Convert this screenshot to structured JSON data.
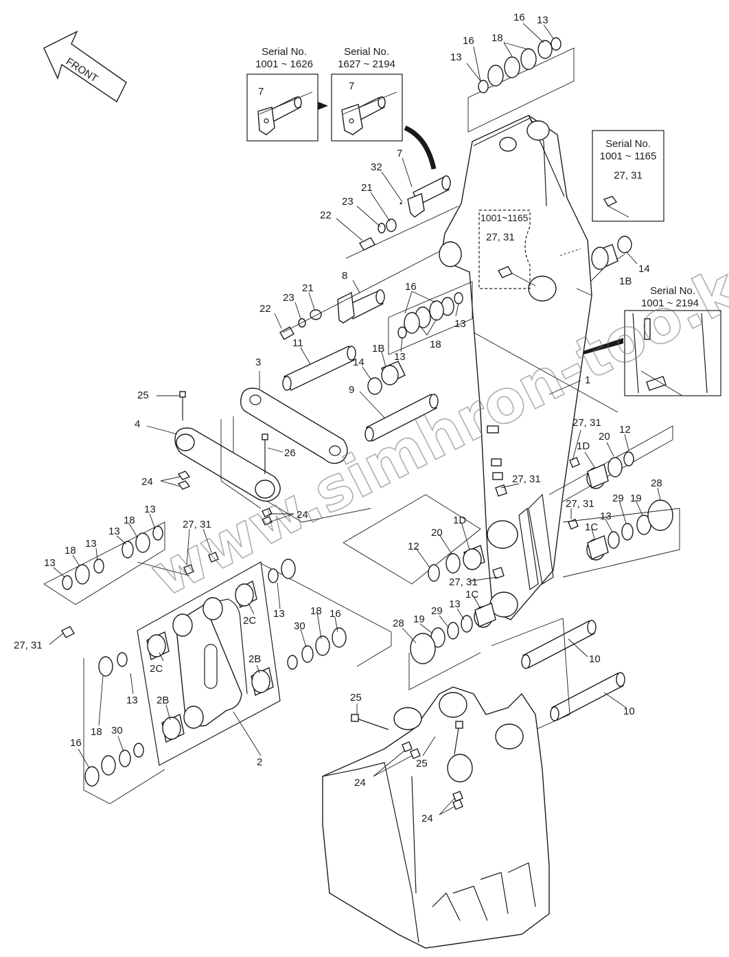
{
  "front_arrow_label": "FRONT",
  "watermark": "www.simhron-too.kz",
  "insets": {
    "pin_a": {
      "title_line1": "Serial No.",
      "title_line2": "1001 ~ 1626",
      "callout": "7"
    },
    "pin_b": {
      "title_line1": "Serial No.",
      "title_line2": "1627 ~ 2194",
      "callout": "7"
    },
    "grease_top": {
      "title_line1": "Serial No.",
      "title_line2": "1001 ~ 1165",
      "callout": "27, 31"
    },
    "grease_mid": {
      "title": "1001~1165",
      "callout": "27, 31"
    },
    "pad": {
      "title_line1": "Serial No.",
      "title_line2": "1001 ~ 2194"
    }
  },
  "callouts": [
    {
      "id": "c16a",
      "text": "16"
    },
    {
      "id": "c13a",
      "text": "13"
    },
    {
      "id": "c16b",
      "text": "16"
    },
    {
      "id": "c18a",
      "text": "18"
    },
    {
      "id": "c13b",
      "text": "13"
    },
    {
      "id": "c7",
      "text": "7"
    },
    {
      "id": "c32",
      "text": "32"
    },
    {
      "id": "c21a",
      "text": "21"
    },
    {
      "id": "c23a",
      "text": "23"
    },
    {
      "id": "c22a",
      "text": "22"
    },
    {
      "id": "c1B",
      "text": "1B"
    },
    {
      "id": "c14a",
      "text": "14"
    },
    {
      "id": "c8",
      "text": "8"
    },
    {
      "id": "c21b",
      "text": "21"
    },
    {
      "id": "c23b",
      "text": "23"
    },
    {
      "id": "c22b",
      "text": "22"
    },
    {
      "id": "c16c",
      "text": "16"
    },
    {
      "id": "c13c",
      "text": "13"
    },
    {
      "id": "c18b",
      "text": "18"
    },
    {
      "id": "c13d",
      "text": "13"
    },
    {
      "id": "c1Bb",
      "text": "1B"
    },
    {
      "id": "c14b",
      "text": "14"
    },
    {
      "id": "c11",
      "text": "11"
    },
    {
      "id": "c3",
      "text": "3"
    },
    {
      "id": "c9",
      "text": "9"
    },
    {
      "id": "c1",
      "text": "1"
    },
    {
      "id": "c25a",
      "text": "25"
    },
    {
      "id": "c4",
      "text": "4"
    },
    {
      "id": "c26",
      "text": "26"
    },
    {
      "id": "c24a",
      "text": "24"
    },
    {
      "id": "c24b",
      "text": "24"
    },
    {
      "id": "c2731a",
      "text": "27, 31"
    },
    {
      "id": "c1Da",
      "text": "1D"
    },
    {
      "id": "c20a",
      "text": "20"
    },
    {
      "id": "c12a",
      "text": "12"
    },
    {
      "id": "c2731b",
      "text": "27, 31"
    },
    {
      "id": "c28a",
      "text": "28"
    },
    {
      "id": "c2731c",
      "text": "27, 31"
    },
    {
      "id": "c29a",
      "text": "29"
    },
    {
      "id": "c19a",
      "text": "19"
    },
    {
      "id": "c1Ca",
      "text": "1C"
    },
    {
      "id": "c13e",
      "text": "13"
    },
    {
      "id": "c1Db",
      "text": "1D"
    },
    {
      "id": "c20b",
      "text": "20"
    },
    {
      "id": "c12b",
      "text": "12"
    },
    {
      "id": "c2731d",
      "text": "27, 31"
    },
    {
      "id": "c1Cb",
      "text": "1C"
    },
    {
      "id": "c13f",
      "text": "13"
    },
    {
      "id": "c29b",
      "text": "29"
    },
    {
      "id": "c19b",
      "text": "19"
    },
    {
      "id": "c28b",
      "text": "28"
    },
    {
      "id": "c13g",
      "text": "13"
    },
    {
      "id": "c18c",
      "text": "18"
    },
    {
      "id": "c13h",
      "text": "13"
    },
    {
      "id": "c18d",
      "text": "18"
    },
    {
      "id": "c13i",
      "text": "13"
    },
    {
      "id": "c13j",
      "text": "13"
    },
    {
      "id": "c2731e",
      "text": "27, 31"
    },
    {
      "id": "c2731f",
      "text": "27, 31"
    },
    {
      "id": "c2C",
      "text": "2C"
    },
    {
      "id": "c2Cb",
      "text": "2C"
    },
    {
      "id": "c13k",
      "text": "13"
    },
    {
      "id": "c18e",
      "text": "18"
    },
    {
      "id": "c16d",
      "text": "16"
    },
    {
      "id": "c30a",
      "text": "30"
    },
    {
      "id": "c2B",
      "text": "2B"
    },
    {
      "id": "c2Bb",
      "text": "2B"
    },
    {
      "id": "c13l",
      "text": "13"
    },
    {
      "id": "c18f",
      "text": "18"
    },
    {
      "id": "c30b",
      "text": "30"
    },
    {
      "id": "c16e",
      "text": "16"
    },
    {
      "id": "c2",
      "text": "2"
    },
    {
      "id": "c10a",
      "text": "10"
    },
    {
      "id": "c10b",
      "text": "10"
    },
    {
      "id": "c25b",
      "text": "25"
    },
    {
      "id": "c25c",
      "text": "25"
    },
    {
      "id": "c24c",
      "text": "24"
    },
    {
      "id": "c24d",
      "text": "24"
    }
  ]
}
